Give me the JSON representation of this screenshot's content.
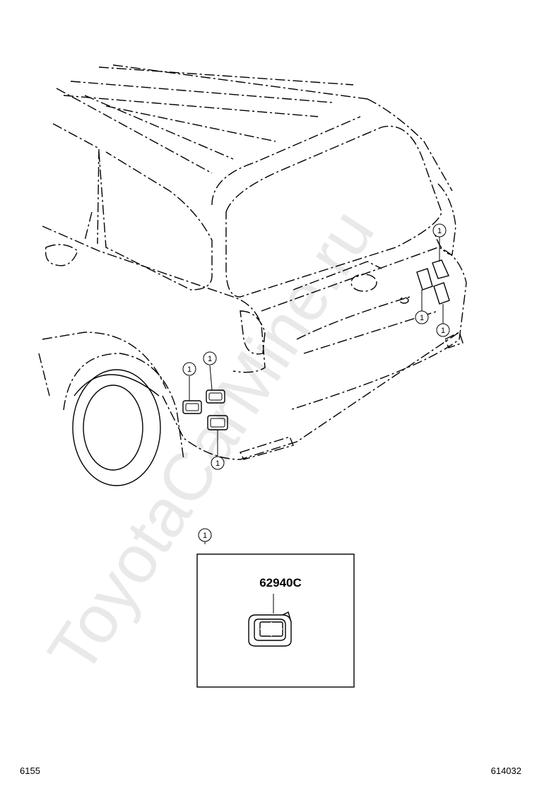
{
  "watermark": "ToyotaCarMine.ru",
  "callout_label": "1",
  "part_box": {
    "callout": "1",
    "part_number": "62940C"
  },
  "footer": {
    "left_code": "6155",
    "right_code": "614032"
  }
}
